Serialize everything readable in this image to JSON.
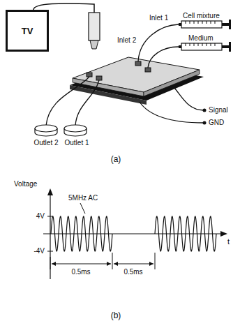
{
  "diagram": {
    "nodes": [
      {
        "text": [
          "TV"
        ]
      }
    ],
    "labels": [
      "Inlet 1",
      "Cell mixture",
      "Inlet 2",
      "Medium",
      "Signal",
      "GND",
      "Outlet 2",
      "Outlet 1",
      "(a)",
      "Voltage",
      "5MHz AC",
      "4V",
      "-4V",
      "t",
      "0.5ms",
      "0.5ms",
      "(b)"
    ]
  }
}
